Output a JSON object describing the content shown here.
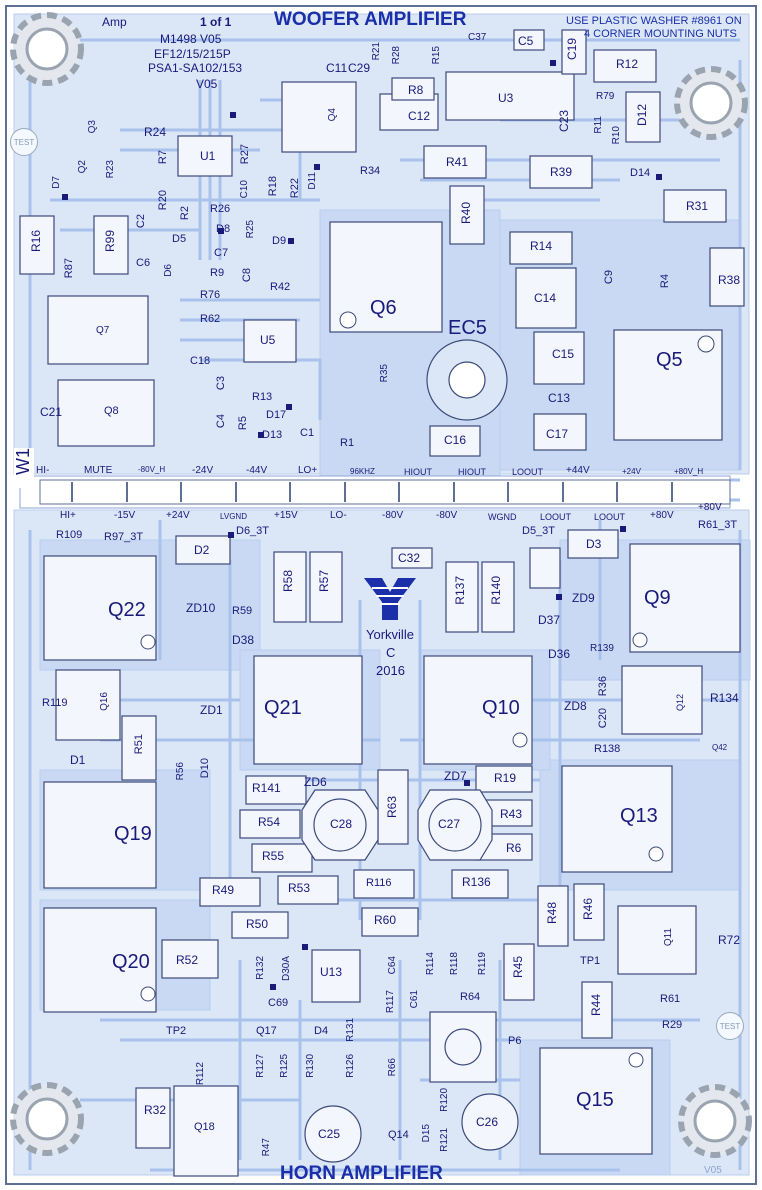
{
  "board": {
    "title_top": "WOOFER AMPLIFIER",
    "title_bottom": "HORN AMPLIFIER",
    "amp_label": "Amp",
    "page_info": "1 of 1",
    "model": "M1498 V05",
    "models_ef": "EF12/15/215P",
    "models_psa": "PSA1-SA102/153",
    "version": "V05",
    "note_line1": "USE PLASTIC WASHER #8961 ON",
    "note_line2": "4 CORNER MOUNTING NUTS",
    "brand": "Yorkville",
    "copyright_letter": "C",
    "year": "2016",
    "corner_version": "V05",
    "test_label": "TEST",
    "connector_id": "W1",
    "colors": {
      "trace": "#a9c2ec",
      "copper": "#dbe6f7",
      "silk": "#1a1a7a",
      "title": "#1a2fa8"
    }
  },
  "header_pins_top": [
    "HI-",
    "MUTE",
    "-80V_H",
    "-24V",
    "-44V",
    "LO+",
    "96KHZ",
    "HIOUT",
    "HIOUT",
    "LOOUT",
    "+44V",
    "+24V",
    "+80V_H"
  ],
  "header_pins_bottom": [
    "HI+",
    "-15V",
    "+24V",
    "LVGND",
    "+15V",
    "LO-",
    "-80V",
    "-80V",
    "WGND",
    "LOOUT",
    "LOOUT",
    "+80V",
    "+80V"
  ],
  "components": [
    {
      "ref": "R21"
    },
    {
      "ref": "R28"
    },
    {
      "ref": "R15"
    },
    {
      "ref": "C37"
    },
    {
      "ref": "C5"
    },
    {
      "ref": "C19"
    },
    {
      "ref": "R12"
    },
    {
      "ref": "C11"
    },
    {
      "ref": "C29"
    },
    {
      "ref": "R8"
    },
    {
      "ref": "U3"
    },
    {
      "ref": "R79"
    },
    {
      "ref": "C12"
    },
    {
      "ref": "Q4"
    },
    {
      "ref": "Q3"
    },
    {
      "ref": "R24"
    },
    {
      "ref": "U1"
    },
    {
      "ref": "R27"
    },
    {
      "ref": "C23"
    },
    {
      "ref": "R11"
    },
    {
      "ref": "R10"
    },
    {
      "ref": "D12"
    },
    {
      "ref": "Q2"
    },
    {
      "ref": "R23"
    },
    {
      "ref": "D7"
    },
    {
      "ref": "R7"
    },
    {
      "ref": "C10"
    },
    {
      "ref": "R18"
    },
    {
      "ref": "R22"
    },
    {
      "ref": "D11"
    },
    {
      "ref": "R34"
    },
    {
      "ref": "R41"
    },
    {
      "ref": "R39"
    },
    {
      "ref": "D14"
    },
    {
      "ref": "R20"
    },
    {
      "ref": "R2"
    },
    {
      "ref": "R26"
    },
    {
      "ref": "C2"
    },
    {
      "ref": "D8"
    },
    {
      "ref": "R31"
    },
    {
      "ref": "D5"
    },
    {
      "ref": "R25"
    },
    {
      "ref": "D9"
    },
    {
      "ref": "R40"
    },
    {
      "ref": "R16"
    },
    {
      "ref": "R99"
    },
    {
      "ref": "C7"
    },
    {
      "ref": "R14"
    },
    {
      "ref": "C6"
    },
    {
      "ref": "D6"
    },
    {
      "ref": "R87"
    },
    {
      "ref": "R9"
    },
    {
      "ref": "C8"
    },
    {
      "ref": "R42"
    },
    {
      "ref": "C9"
    },
    {
      "ref": "R4"
    },
    {
      "ref": "R38"
    },
    {
      "ref": "R76"
    },
    {
      "ref": "Q6"
    },
    {
      "ref": "C14"
    },
    {
      "ref": "Q7"
    },
    {
      "ref": "R62"
    },
    {
      "ref": "EC5"
    },
    {
      "ref": "U5"
    },
    {
      "ref": "C15"
    },
    {
      "ref": "Q5"
    },
    {
      "ref": "C18"
    },
    {
      "ref": "R35"
    },
    {
      "ref": "C3"
    },
    {
      "ref": "R13"
    },
    {
      "ref": "C13"
    },
    {
      "ref": "C21"
    },
    {
      "ref": "Q8"
    },
    {
      "ref": "D17"
    },
    {
      "ref": "C4"
    },
    {
      "ref": "R5"
    },
    {
      "ref": "D13"
    },
    {
      "ref": "C1"
    },
    {
      "ref": "C17"
    },
    {
      "ref": "R1"
    },
    {
      "ref": "C16"
    },
    {
      "ref": "R109"
    },
    {
      "ref": "R97_3T"
    },
    {
      "ref": "D6_3T"
    },
    {
      "ref": "D5_3T"
    },
    {
      "ref": "R61_3T"
    },
    {
      "ref": "D2"
    },
    {
      "ref": "D3"
    },
    {
      "ref": "C32"
    },
    {
      "ref": "Q22"
    },
    {
      "ref": "ZD10"
    },
    {
      "ref": "R58"
    },
    {
      "ref": "R57"
    },
    {
      "ref": "R137"
    },
    {
      "ref": "R140"
    },
    {
      "ref": "ZD9"
    },
    {
      "ref": "Q9"
    },
    {
      "ref": "R59"
    },
    {
      "ref": "D37"
    },
    {
      "ref": "D38"
    },
    {
      "ref": "D36"
    },
    {
      "ref": "R139"
    },
    {
      "ref": "R119"
    },
    {
      "ref": "Q16"
    },
    {
      "ref": "ZD1"
    },
    {
      "ref": "Q21"
    },
    {
      "ref": "Q10"
    },
    {
      "ref": "ZD8"
    },
    {
      "ref": "R36"
    },
    {
      "ref": "C20"
    },
    {
      "ref": "Q12"
    },
    {
      "ref": "R134"
    },
    {
      "ref": "R51"
    },
    {
      "ref": "D1"
    },
    {
      "ref": "R138"
    },
    {
      "ref": "Q42"
    },
    {
      "ref": "R56"
    },
    {
      "ref": "D10"
    },
    {
      "ref": "ZD6"
    },
    {
      "ref": "ZD7"
    },
    {
      "ref": "R141"
    },
    {
      "ref": "R19"
    },
    {
      "ref": "R63"
    },
    {
      "ref": "C28"
    },
    {
      "ref": "C27"
    },
    {
      "ref": "Q19"
    },
    {
      "ref": "R54"
    },
    {
      "ref": "R43"
    },
    {
      "ref": "Q13"
    },
    {
      "ref": "R55"
    },
    {
      "ref": "R6"
    },
    {
      "ref": "R116"
    },
    {
      "ref": "R49"
    },
    {
      "ref": "R53"
    },
    {
      "ref": "R136"
    },
    {
      "ref": "R48"
    },
    {
      "ref": "R46"
    },
    {
      "ref": "R50"
    },
    {
      "ref": "R60"
    },
    {
      "ref": "Q11"
    },
    {
      "ref": "R72"
    },
    {
      "ref": "Q20"
    },
    {
      "ref": "R52"
    },
    {
      "ref": "R132"
    },
    {
      "ref": "D30A"
    },
    {
      "ref": "U13"
    },
    {
      "ref": "C64"
    },
    {
      "ref": "R114"
    },
    {
      "ref": "R118"
    },
    {
      "ref": "R119"
    },
    {
      "ref": "R45"
    },
    {
      "ref": "TP1"
    },
    {
      "ref": "C69"
    },
    {
      "ref": "R117"
    },
    {
      "ref": "C61"
    },
    {
      "ref": "R64"
    },
    {
      "ref": "R44"
    },
    {
      "ref": "R61"
    },
    {
      "ref": "TP2"
    },
    {
      "ref": "Q17"
    },
    {
      "ref": "D4"
    },
    {
      "ref": "R131"
    },
    {
      "ref": "P6"
    },
    {
      "ref": "R29"
    },
    {
      "ref": "R112"
    },
    {
      "ref": "R127"
    },
    {
      "ref": "R125"
    },
    {
      "ref": "R130"
    },
    {
      "ref": "R126"
    },
    {
      "ref": "R66"
    },
    {
      "ref": "R32"
    },
    {
      "ref": "Q15"
    },
    {
      "ref": "Q18"
    },
    {
      "ref": "R120"
    },
    {
      "ref": "C26"
    },
    {
      "ref": "C25"
    },
    {
      "ref": "Q14"
    },
    {
      "ref": "R121"
    },
    {
      "ref": "D15"
    },
    {
      "ref": "R47"
    }
  ]
}
